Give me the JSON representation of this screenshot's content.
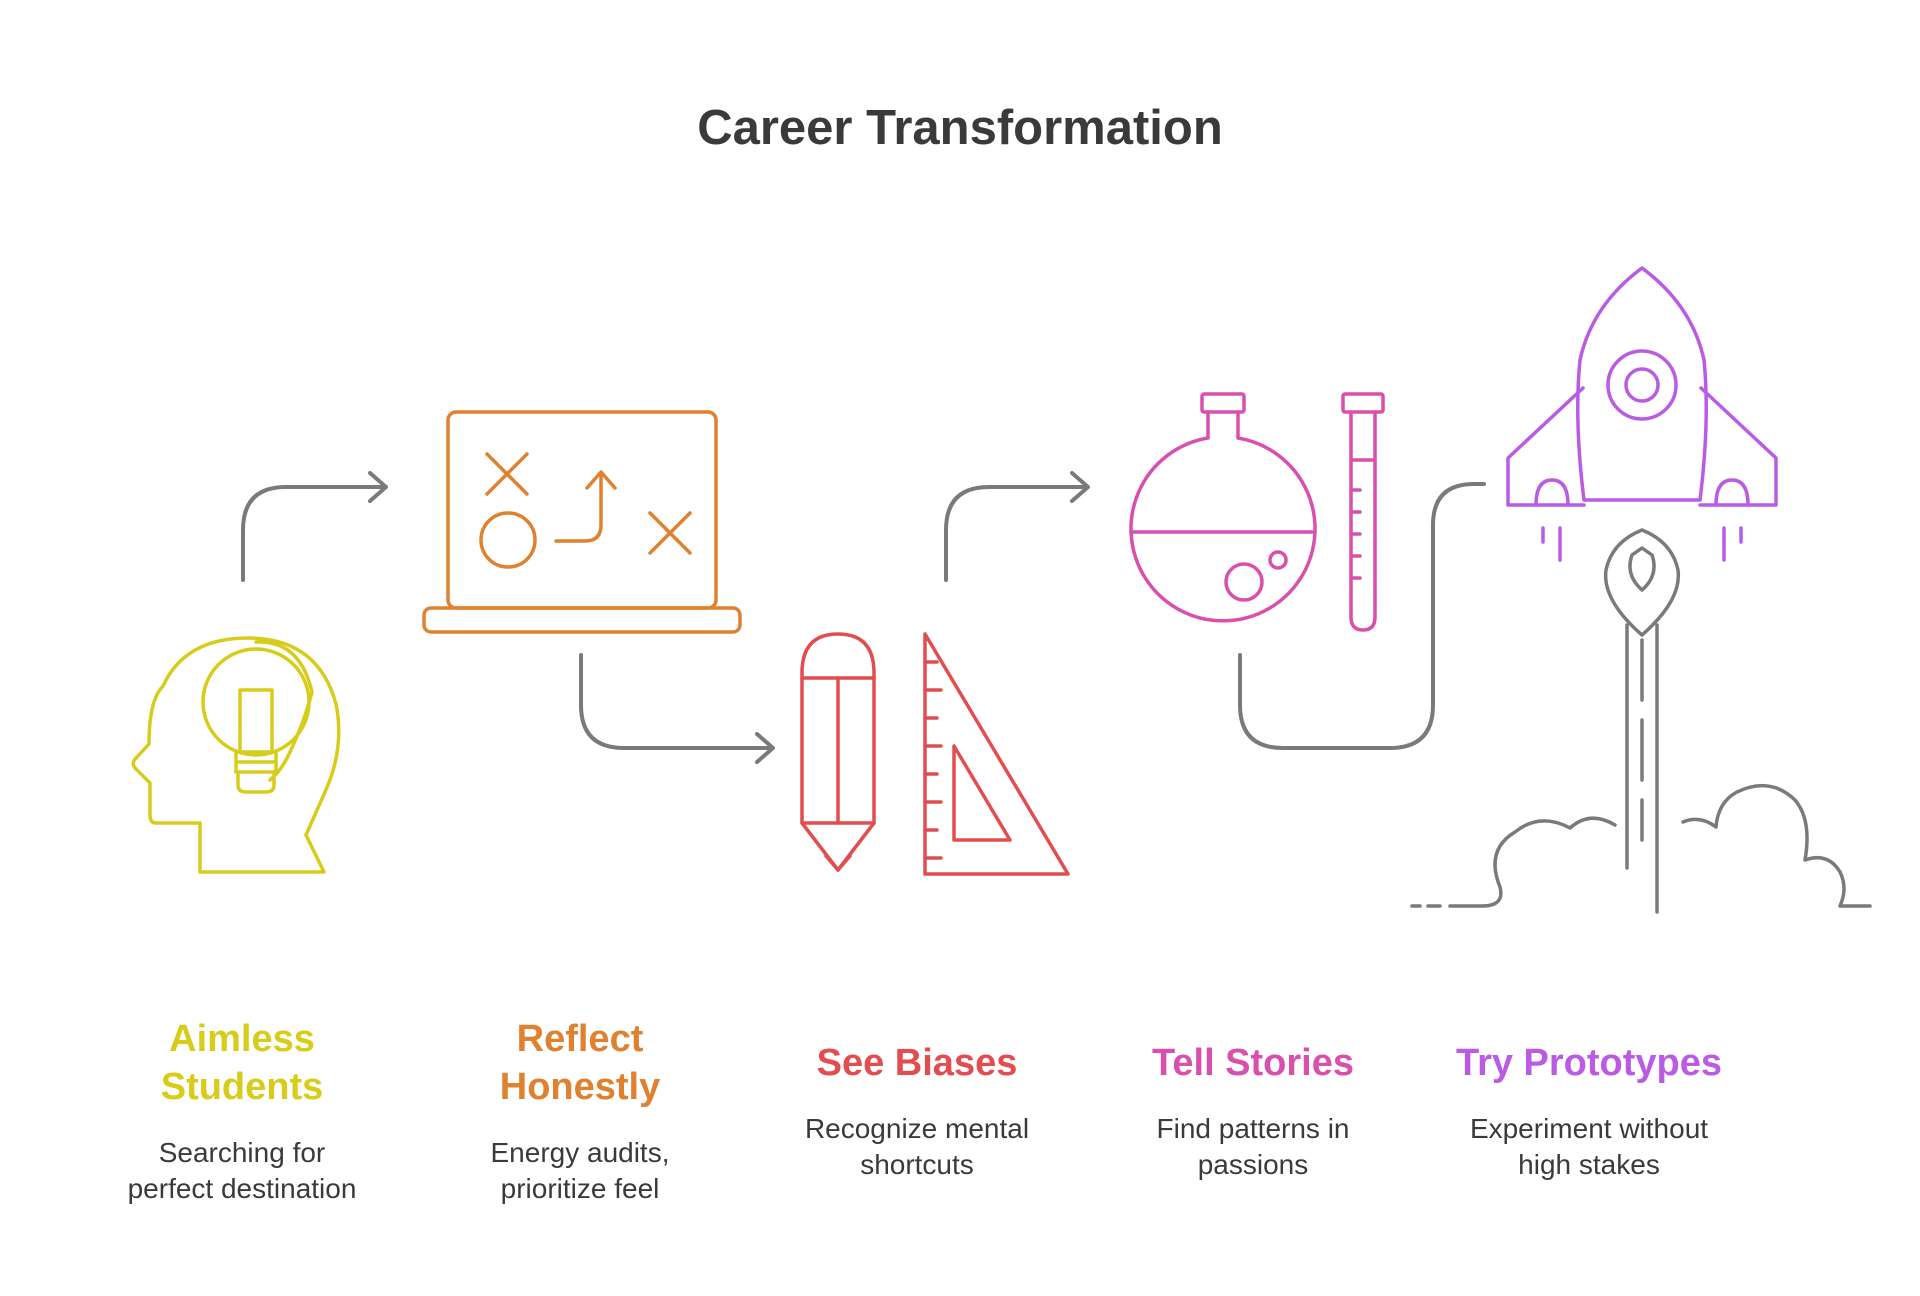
{
  "title": "Career Transformation",
  "colors": {
    "yellow": "#d8cc1a",
    "orange": "#e0812f",
    "red": "#e24d4f",
    "pink": "#d94fae",
    "purple": "#b95be3",
    "connector": "#7a7a7a",
    "text": "#3a3a3a"
  },
  "steps": [
    {
      "title": "Aimless\nStudents",
      "description": "Searching for\nperfect destination",
      "icon": "head-lightbulb-icon"
    },
    {
      "title": "Reflect\nHonestly",
      "description": "Energy audits,\nprioritize feel",
      "icon": "strategy-board-icon"
    },
    {
      "title": "See Biases",
      "description": "Recognize mental\nshortcuts",
      "icon": "pencil-ruler-icon"
    },
    {
      "title": "Tell Stories",
      "description": "Find patterns in\npassions",
      "icon": "lab-flask-icon"
    },
    {
      "title": "Try Prototypes",
      "description": "Experiment without\nhigh stakes",
      "icon": "rocket-launch-icon"
    }
  ]
}
